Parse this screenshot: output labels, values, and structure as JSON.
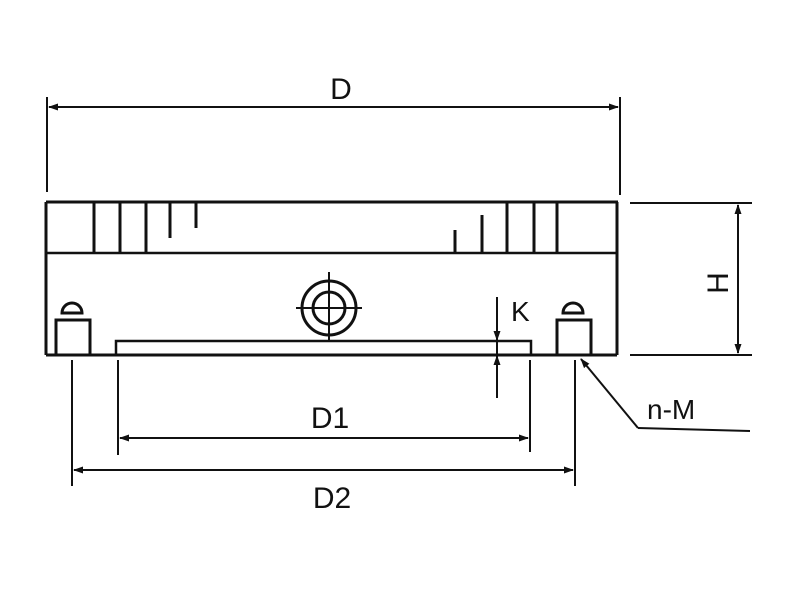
{
  "labels": {
    "d": "D",
    "h": "H",
    "k": "K",
    "d1": "D1",
    "d2": "D2",
    "nm": "n-M"
  },
  "colors": {
    "ink": "#111111",
    "background": "#ffffff"
  }
}
